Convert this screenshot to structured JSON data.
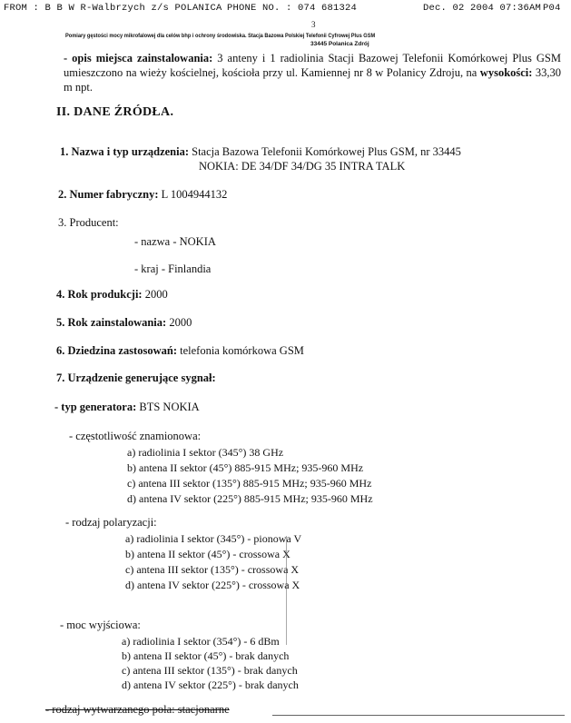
{
  "fax_header": {
    "from": "FROM : B B W R-Walbrzych z/s POLANICA",
    "phone": "PHONE NO. : 074 681324",
    "datetime": "Dec. 02 2004 07:36AM",
    "page": "P04"
  },
  "page_number": "3",
  "doc_header": {
    "line1": "Pomiary gęstości mocy mikrofalowej dla celów bhp i ochrony środowiska. Stacja Bazowa Polskiej Telefonii Cyfrowej Plus GSM",
    "line2": "33445  Polanica Zdrój"
  },
  "location": {
    "label": "- opis miejsca zainstalowania:",
    "text": "3 anteny i 1 radiolinia Stacji Bazowej Telefonii Komórkowej Plus GSM umieszczono na wieży kościelnej, kościoła przy ul. Kamiennej nr 8 w Polanicy Zdroju, na",
    "height_label": "wysokości:",
    "height_value": "33,30 m npt."
  },
  "section_title": "II. DANE ŹRÓDŁA.",
  "item1": {
    "label": "1. Nazwa i typ urządzenia:",
    "value": "Stacja Bazowa Telefonii Komórkowej Plus GSM, nr 33445",
    "value2": "NOKIA: DE 34/DF 34/DG 35   INTRA TALK"
  },
  "item2": {
    "label": "2. Numer fabryczny:",
    "value": "L 1004944132"
  },
  "item3": {
    "label": "3. Producent:",
    "name_label": "- nazwa - NOKIA",
    "country_label": "- kraj - Finlandia"
  },
  "item4": {
    "label": "4. Rok produkcji:",
    "value": "2000"
  },
  "item5": {
    "label": "5. Rok zainstalowania:",
    "value": "2000"
  },
  "item6": {
    "label": "6. Dziedzina zastosowań:",
    "value": "telefonia komórkowa GSM"
  },
  "item7": {
    "label": "7. Urządzenie generujące sygnał:"
  },
  "generator": {
    "label": "- typ generatora:",
    "value": "BTS  NOKIA"
  },
  "frequency": {
    "label": "- częstotliwość znamionowa:",
    "rows": [
      "a) radiolinia I sektor (345°)  38 GHz",
      "b) antena II  sektor  (45°)  885-915 MHz; 935-960 MHz",
      "c) antena III sektor (135°)  885-915 MHz; 935-960 MHz",
      "d) antena IV sektor (225°)  885-915 MHz; 935-960 MHz"
    ]
  },
  "polarization": {
    "label": "- rodzaj polaryzacji:",
    "rows": [
      "a) radiolinia I sektor (345°) - pionowa V",
      "b) antena II  sektor   (45°) - crossowa X",
      "c) antena III sektor (135°) - crossowa X",
      "d) antena IV sektor (225°) -  crossowa X"
    ]
  },
  "power": {
    "label": "- moc wyjściowa:",
    "rows": [
      "a) radiolinia  I sektor (354°) -  6 dBm",
      "b) antena II  sektor  (45°) - brak danych",
      "c) antena III sektor (135°) - brak danych",
      "d) antena IV sektor (225°) - brak danych"
    ]
  },
  "field_type": {
    "label": "- rodzaj wytwarzanego pola: stacjonarne"
  }
}
